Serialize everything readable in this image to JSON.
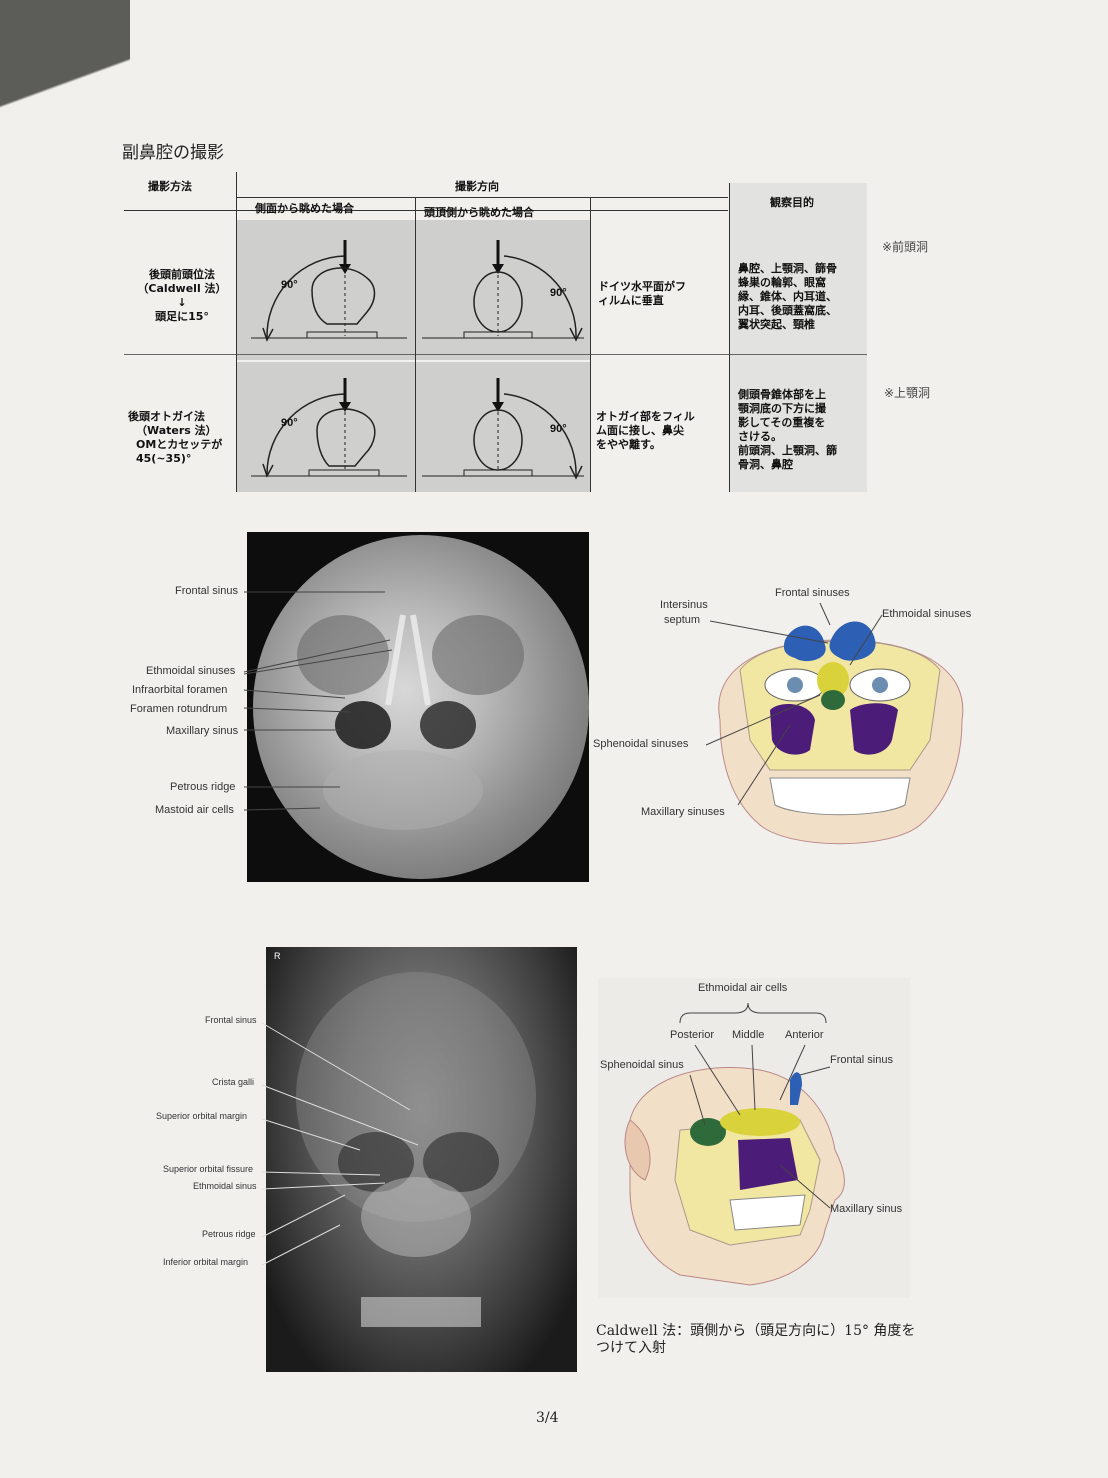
{
  "page": {
    "title": "副鼻腔の撮影",
    "page_number": "3/4",
    "footnote_line1": "Caldwell 法：頭側から（頭足方向に）15°  角度を",
    "footnote_line2": "つけて入射"
  },
  "table": {
    "col_method": "撮影方法",
    "col_direction": "撮影方向",
    "col_side": "側面から眺めた場合",
    "col_top": "頭頂側から眺めた場合",
    "col_purpose": "観察目的",
    "angle_label": "90°",
    "rows": [
      {
        "method_lines": [
          "後頭前頭位法",
          "（Caldwell 法）",
          "↓",
          "頭足に15°"
        ],
        "direction_lines": [
          "ドイツ水平面がフ",
          "ィルムに垂直"
        ],
        "purpose_lines": [
          "鼻腔、上顎洞、篩骨",
          "蜂巣の輪郭、眼窩",
          "縁、錐体、内耳道、",
          "内耳、後頭蓋窩底、",
          "翼状突起、頸椎"
        ],
        "side_note": "※前頭洞"
      },
      {
        "method_lines": [
          "後頭オトガイ法",
          "（Waters 法）",
          "OMとカセッテが",
          "45(~35)°"
        ],
        "direction_lines": [
          "オトガイ部をフィル",
          "ム面に接し、鼻尖",
          "をやや離す。"
        ],
        "purpose_lines": [
          "側頭骨錐体部を上",
          "顎洞底の下方に撮",
          "影してその重複を",
          "さける。",
          "前頭洞、上顎洞、篩",
          "骨洞、鼻腔"
        ],
        "side_note": "※上顎洞"
      }
    ]
  },
  "figure1": {
    "labels": [
      "Frontal sinus",
      "Ethmoidal sinuses",
      "Infraorbital foramen",
      "Foramen rotundrum",
      "Maxillary sinus",
      "Petrous ridge",
      "Mastoid air cells"
    ]
  },
  "figure2": {
    "labels": {
      "intersinus": [
        "Intersinus",
        "septum"
      ],
      "frontal": "Frontal sinuses",
      "ethmoidal": "Ethmoidal sinuses",
      "sphenoidal": "Sphenoidal sinuses",
      "maxillary": "Maxillary sinuses"
    }
  },
  "figure3": {
    "marker": "R",
    "labels": [
      "Frontal sinus",
      "Crista galli",
      "Superior orbital margin",
      "Superior orbital fissure",
      "Ethmoidal sinus",
      "Petrous ridge",
      "Inferior orbital margin"
    ]
  },
  "figure4": {
    "labels": {
      "group": "Ethmoidal air cells",
      "posterior": "Posterior",
      "middle": "Middle",
      "anterior": "Anterior",
      "sphenoidal": "Sphenoidal sinus",
      "frontal": "Frontal sinus",
      "maxillary": "Maxillary sinus"
    }
  }
}
